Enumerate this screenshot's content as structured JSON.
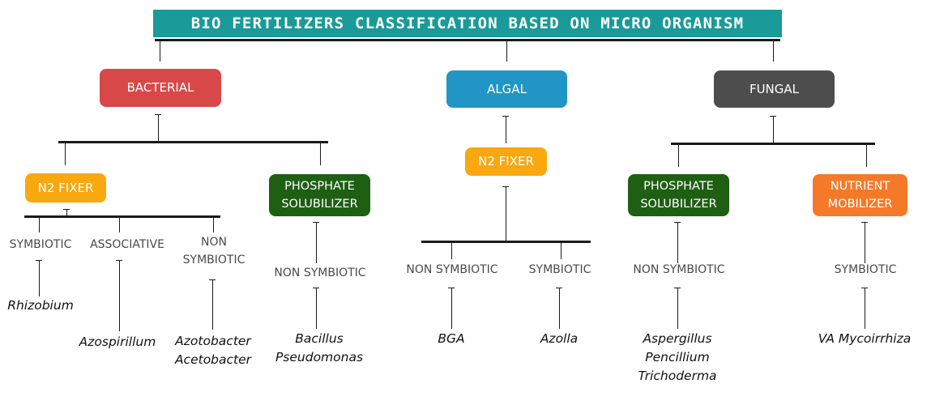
{
  "title": "BIO FERTILIZERS CLASSIFICATION BASED ON MICRO ORGANISM",
  "colors": {
    "title_bg": "#1a9a98",
    "bacterial": "#d94848",
    "algal": "#2196c4",
    "fungal": "#4d4d4d",
    "n2_fixer": "#f9a80f",
    "phosphate": "#1e5f14",
    "nutrient": "#f47a2a"
  },
  "bacterial": {
    "label": "BACTERIAL",
    "n2_fixer": {
      "label": "N2 FIXER",
      "symbiotic": {
        "label": "SYMBIOTIC",
        "species": "Rhizobium"
      },
      "associative": {
        "label": "ASSOCIATIVE",
        "species": "Azospirillum"
      },
      "non_symbiotic": {
        "label": "NON\nSYMBIOTIC",
        "species": "Azotobacter\nAcetobacter"
      }
    },
    "phosphate": {
      "label": "PHOSPHATE\nSOLUBILIZER",
      "non_symbiotic": {
        "label": "NON SYMBIOTIC",
        "species": "Bacillus\nPseudomonas"
      }
    }
  },
  "algal": {
    "label": "ALGAL",
    "n2_fixer": {
      "label": "N2 FIXER",
      "non_symbiotic": {
        "label": "NON SYMBIOTIC",
        "species": "BGA"
      },
      "symbiotic": {
        "label": "SYMBIOTIC",
        "species": "Azolla"
      }
    }
  },
  "fungal": {
    "label": "FUNGAL",
    "phosphate": {
      "label": "PHOSPHATE\nSOLUBILIZER",
      "non_symbiotic": {
        "label": "NON SYMBIOTIC",
        "species": "Aspergillus\nPencillium\nTrichoderma"
      }
    },
    "nutrient": {
      "label": "NUTRIENT\nMOBILIZER",
      "symbiotic": {
        "label": "SYMBIOTIC",
        "species": "VA Mycoirrhiza"
      }
    }
  }
}
